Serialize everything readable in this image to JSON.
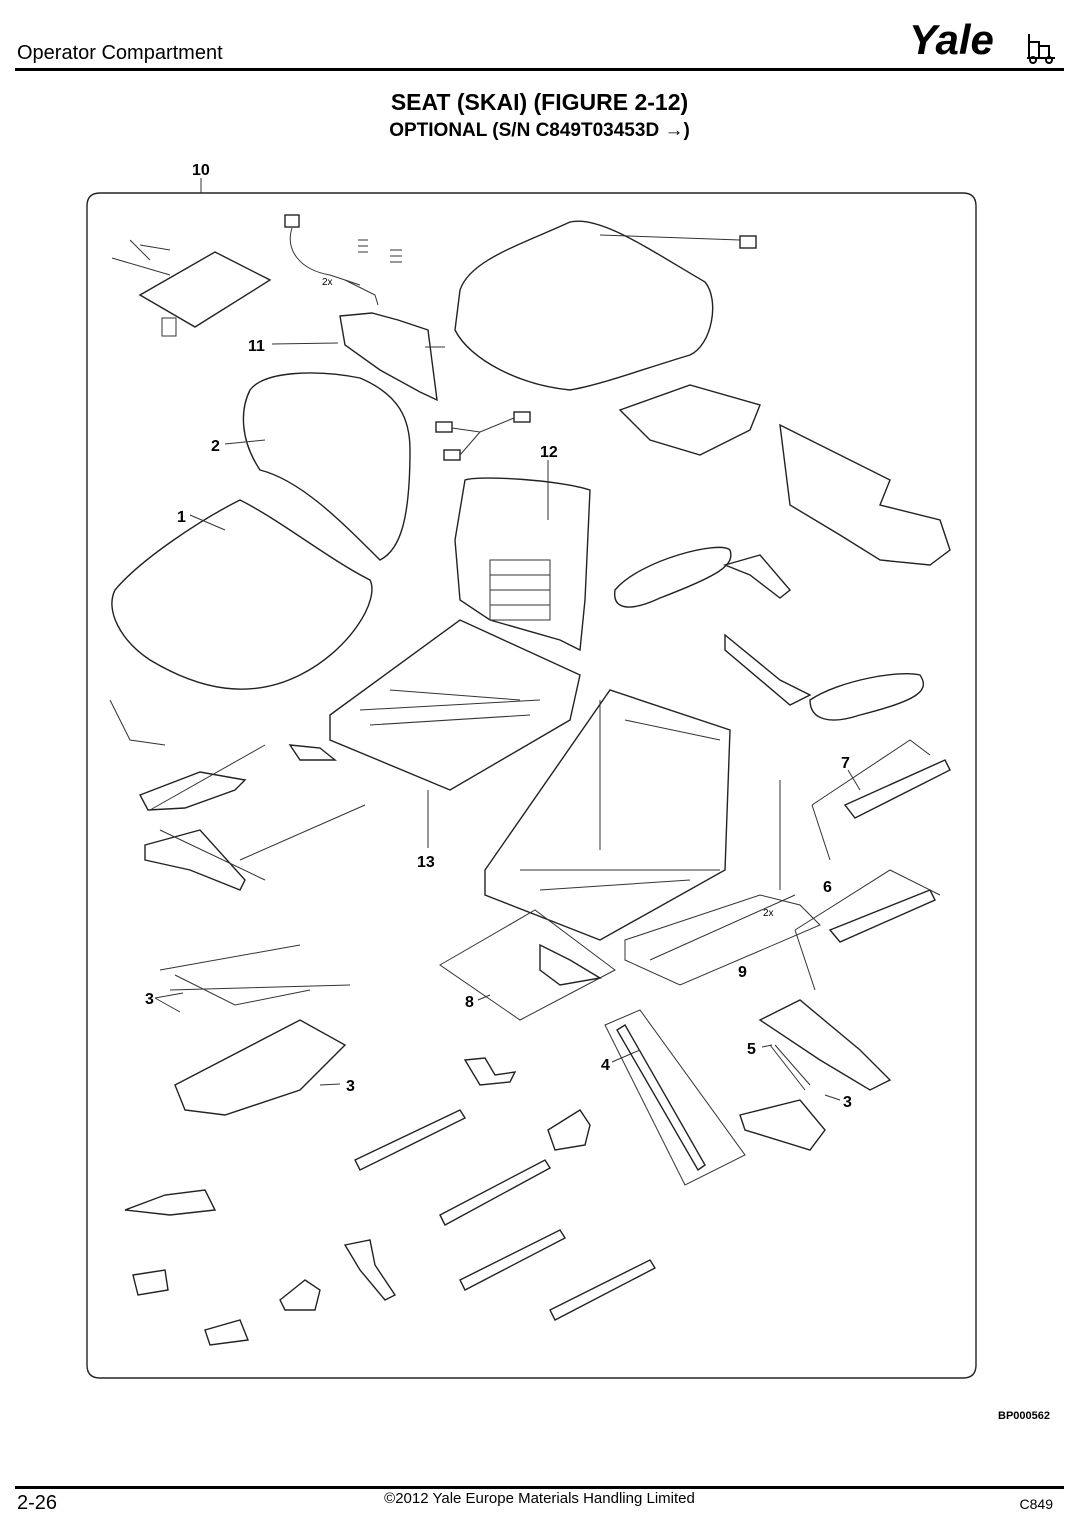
{
  "header": {
    "section_title": "Operator Compartment",
    "logo_text": "Yale"
  },
  "titles": {
    "main": "SEAT (SKAI) (FIGURE 2-12)",
    "sub": "OPTIONAL  (S/N C849T03453D →)"
  },
  "callouts": {
    "c1": "1",
    "c2": "2",
    "c3a": "3",
    "c3b": "3",
    "c3c": "3",
    "c4": "4",
    "c5": "5",
    "c6": "6",
    "c7": "7",
    "c8": "8",
    "c9": "9",
    "c10": "10",
    "c11": "11",
    "c12": "12",
    "c13": "13",
    "twox1": "2x",
    "twox2": "2x"
  },
  "figure_ref": "BP000562",
  "footer": {
    "page_number": "2-26",
    "copyright": "©2012 Yale Europe Materials Handling Limited",
    "model": "C849"
  }
}
